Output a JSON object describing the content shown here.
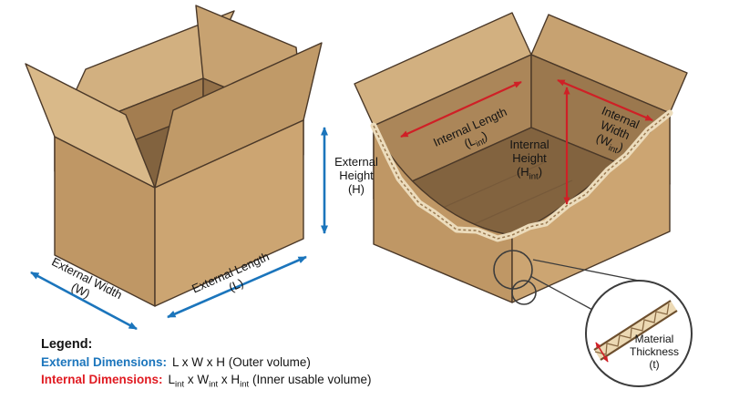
{
  "colors": {
    "arrow_blue": "#1b75bc",
    "arrow_red": "#cf2026",
    "legend_blue": "#1b75bc",
    "legend_red": "#e01b22",
    "text": "#141414",
    "outline": "#4a3828",
    "background": "#ffffff"
  },
  "left_box": {
    "height_label": {
      "l1": "External",
      "l2": "Height",
      "l3": "(H)"
    },
    "width_label": {
      "l1": "External Width",
      "l2": "(W)"
    },
    "length_label": {
      "l1": "External Length",
      "l2": "(L)"
    }
  },
  "right_box": {
    "length_label": {
      "l1": "Internal Length",
      "pre": "(L",
      "sub": "int",
      "post": ")"
    },
    "width_label": {
      "l1": "Internal",
      "l2": "Width",
      "pre": "(W",
      "sub": "int",
      "post": ")"
    },
    "height_label": {
      "l1": "Internal",
      "l2": "Height",
      "pre": "(H",
      "sub": "int",
      "post": ")"
    },
    "material_label": {
      "l1": "Material",
      "l2": "Thickness",
      "l3": "(t)"
    }
  },
  "legend": {
    "title": "Legend:",
    "external_label": "External Dimensions:",
    "external_value": "L x W x H (Outer volume)",
    "internal_label": "Internal Dimensions:",
    "internal_value": {
      "p1": "L",
      "s1": "int",
      "p2": " x W",
      "s2": "int",
      "p3": " x H",
      "s3": "int",
      "p4": " (Inner usable volume)"
    }
  }
}
